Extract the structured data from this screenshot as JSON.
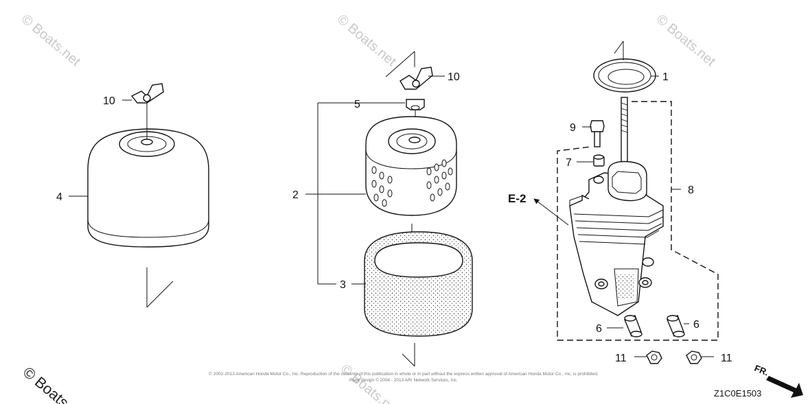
{
  "watermark": "© Boats.net",
  "bottom_watermark": "© Boats",
  "copyright_line1": "© 2002-2013 American Honda Motor Co., Inc. Reproduction of the contents of this publication in whole or in part without the express written approval of American Honda Motor Co., Inc. is prohibited.",
  "copyright_line2": "Page design © 2004 - 2013 ARI Network Services, Inc.",
  "drawing_code": "Z1C0E1503",
  "direction_label": "FR.",
  "callouts": {
    "c1": "1",
    "c2": "2",
    "c3": "3",
    "c4": "4",
    "c5": "5",
    "c6a": "6",
    "c6b": "6",
    "c7": "7",
    "c8": "8",
    "c9": "9",
    "c10a": "10",
    "c10b": "10",
    "c11a": "11",
    "c11b": "11",
    "ref": "E-2"
  }
}
